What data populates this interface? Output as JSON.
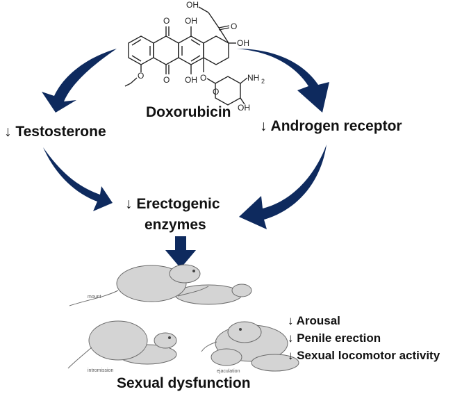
{
  "drug": {
    "name": "Doxorubicin",
    "atoms": {
      "o_top": "O",
      "oh_top": "OH",
      "oh_side": "OH",
      "ketone_o": "O",
      "ch2oh": "OH",
      "o_bottom": "O",
      "oh_bottom": "OH",
      "methoxy_o": "O",
      "glyco_o": "O",
      "ring_o": "O",
      "nh2": "NH",
      "nh2_sub": "2",
      "sugar_oh": "OH"
    }
  },
  "effects": {
    "testosterone": "↓ Testosterone",
    "androgen_receptor": "↓ Androgen receptor",
    "erectogenic_line1": "↓ Erectogenic",
    "erectogenic_line2": "enzymes"
  },
  "outcomes": {
    "arousal": "↓ Arousal",
    "penile_erection": "↓ Penile erection",
    "locomotor": "↓ Sexual locomotor activity",
    "title": "Sexual dysfunction"
  },
  "behaviors": {
    "mount": "mount",
    "intromission": "intromission",
    "ejaculation": "ejaculation"
  },
  "colors": {
    "arrow": "#0e2a5e",
    "text": "#111111",
    "rat_fill": "#d4d4d4",
    "rat_stroke": "#6a6a6a"
  }
}
